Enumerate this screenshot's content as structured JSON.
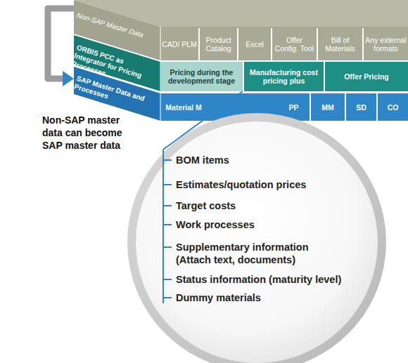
{
  "diagram": {
    "nodes": [
      {
        "text": [
          "Non-SAP Master Data"
        ]
      },
      {
        "text": [
          "CAD/ PLM"
        ],
        "in": 0
      },
      {
        "text": [
          "Product Catalog"
        ],
        "in": 0
      },
      {
        "text": [
          "Excel"
        ],
        "in": 0
      },
      {
        "text": [
          "Offer Config. Tool"
        ],
        "in": 0
      },
      {
        "text": [
          "Bill of Materials"
        ],
        "in": 0
      },
      {
        "text": [
          "Any external formats"
        ],
        "in": 0
      },
      {
        "text": [
          "ORBIS PCC as Integrator for Pricing Processes"
        ]
      },
      {
        "text": [
          "Pricing during the development stage"
        ],
        "in": 7
      },
      {
        "text": [
          "Manufacturing cost pricing plus"
        ],
        "in": 7
      },
      {
        "text": [
          "Offer Pricing"
        ],
        "in": 7
      },
      {
        "text": [
          "SAP Master Data and Processes"
        ]
      },
      {
        "text": [
          "Material M"
        ],
        "in": 11
      },
      {
        "text": [
          "PP"
        ],
        "in": 11
      },
      {
        "text": [
          "MM"
        ],
        "in": 11
      },
      {
        "text": [
          "SD"
        ],
        "in": 11
      },
      {
        "text": [
          "CO"
        ],
        "in": 11
      },
      {
        "text": [
          "BOM items",
          "Estimates/quotation prices",
          "Target costs",
          "Work processes",
          "Supplementary information (Attach text, documents)",
          "Status information (maturity level)",
          "Dummy materials"
        ]
      }
    ],
    "edges": [
      {
        "from": 0,
        "to": 11,
        "arrow": "to"
      },
      {
        "from": 8,
        "to": 17,
        "arrow": "none"
      }
    ],
    "labels": [
      "Non-SAP master data can become SAP master data"
    ]
  }
}
